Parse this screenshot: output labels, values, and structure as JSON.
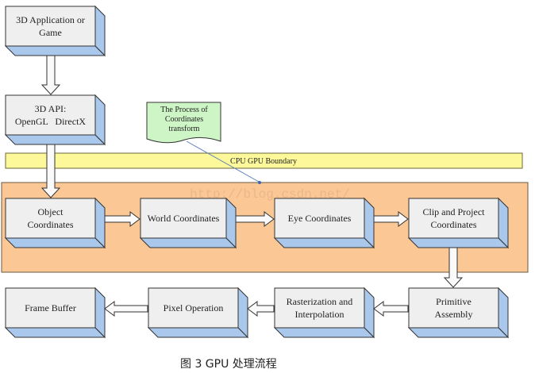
{
  "diagram": {
    "nodes": {
      "app": [
        "3D Application or",
        "Game"
      ],
      "api": [
        "3D API:",
        "OpenGL   DirectX"
      ],
      "object": [
        "Object",
        "Coordinates"
      ],
      "world": [
        "World Coordinates"
      ],
      "eye": [
        "Eye Coordinates"
      ],
      "clip": [
        "Clip and Project",
        "Coordinates"
      ],
      "primitive": [
        "Primitive",
        "Assembly"
      ],
      "raster": [
        "Rasterization and",
        "Interpolation"
      ],
      "pixel": [
        "Pixel Operation"
      ],
      "frame": [
        "Frame Buffer"
      ]
    },
    "note": [
      "The Process of",
      "Coordinates",
      "transform"
    ],
    "boundary_label": "CPU GPU Boundary",
    "watermark": "http://blog.csdn.net/",
    "caption": "图 3 GPU 处理流程",
    "colors": {
      "box_face": "#efefef",
      "box_side": "#a9c8ec",
      "boundary": "#fdf99a",
      "gpu_panel": "#fbc795",
      "note": "#cdf5c5",
      "connector": "#5b7fb8"
    }
  }
}
